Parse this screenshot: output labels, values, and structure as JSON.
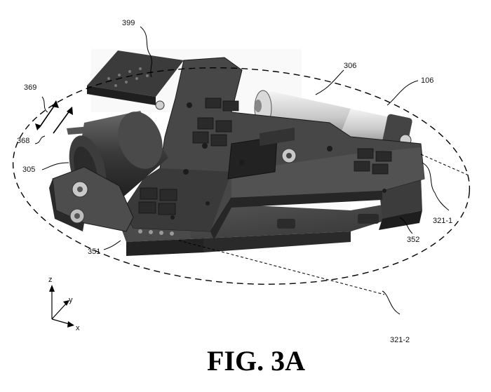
{
  "figure": {
    "caption": "FIG. 3A"
  },
  "labels": {
    "l399": "399",
    "l306": "306",
    "l106": "106",
    "l369": "369",
    "l368": "368",
    "l305": "305",
    "l321_1": "321-1",
    "l352": "352",
    "l351": "351",
    "l321_2": "321-2"
  },
  "axes": {
    "z": "z",
    "y": "y",
    "x": "x"
  }
}
